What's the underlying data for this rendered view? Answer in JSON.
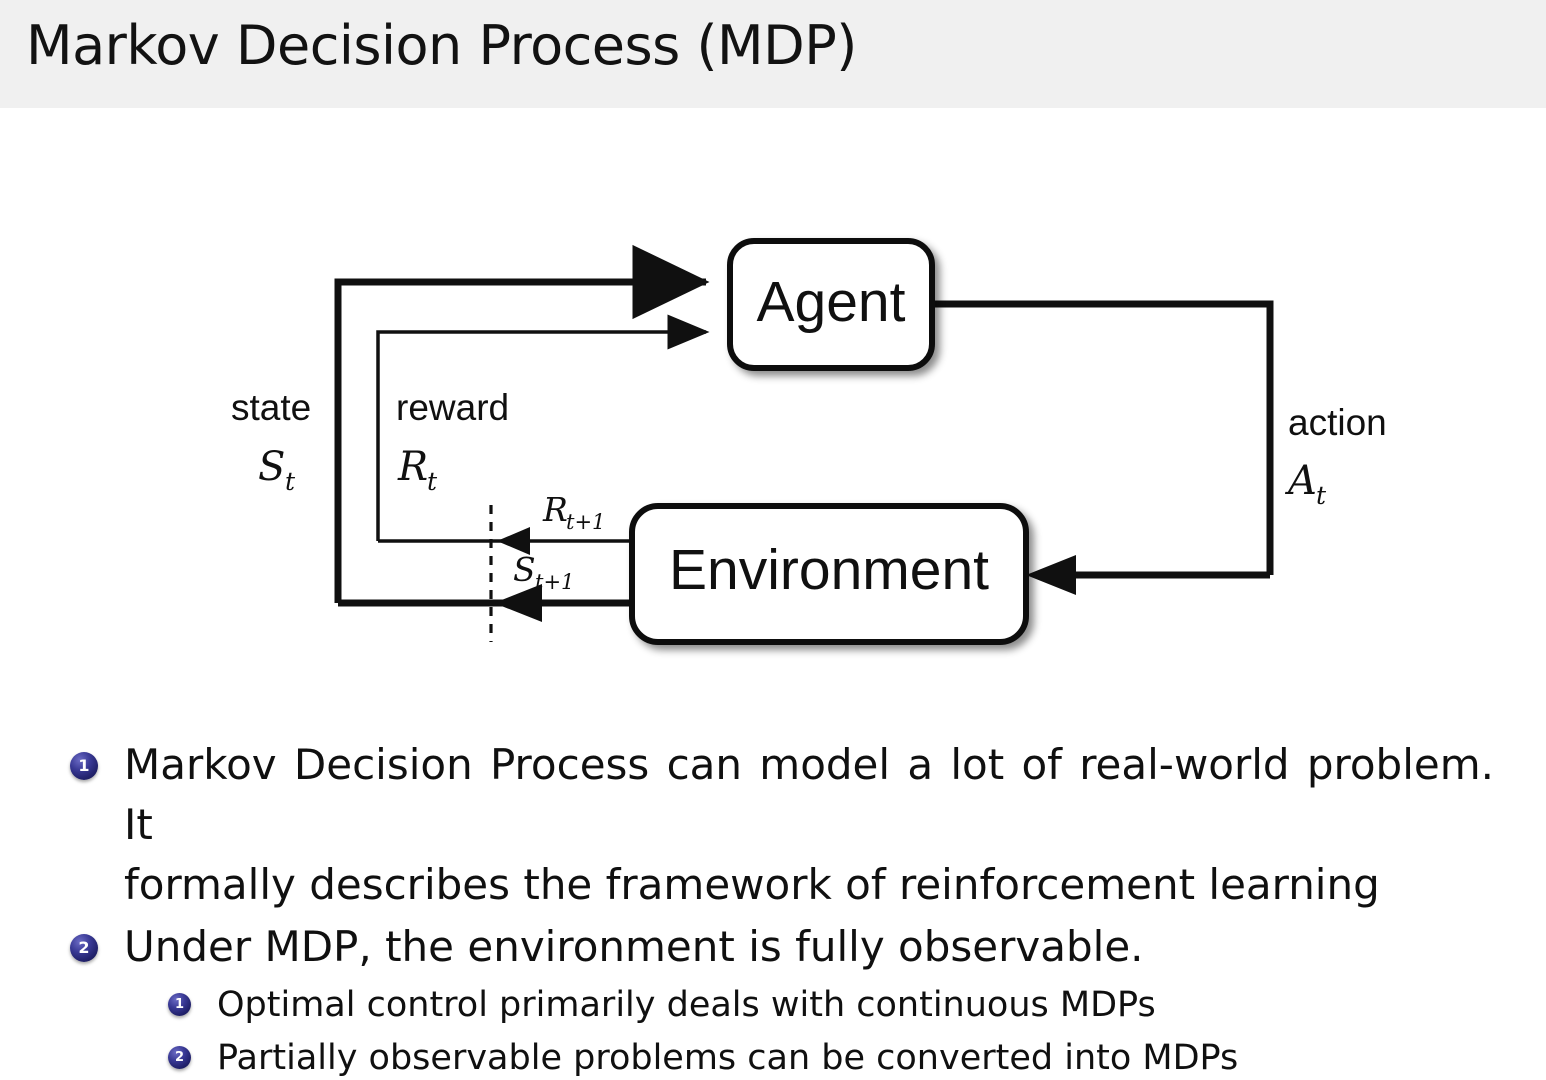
{
  "slide": {
    "title": "Markov Decision Process (MDP)",
    "header_bg": "#f0f0f0",
    "body_bg": "#ffffff",
    "text_color": "#101010",
    "bullet_color": "#23236e"
  },
  "diagram": {
    "name": "agent-environment-interaction-loop",
    "boxes": {
      "agent": "Agent",
      "environment": "Environment"
    },
    "labels": {
      "state_word": "state",
      "state_sym": "S",
      "state_sub": "t",
      "reward_word": "reward",
      "reward_sym": "R",
      "reward_sub": "t",
      "action_word": "action",
      "action_sym": "A",
      "action_sub": "t",
      "reward_next_sym": "R",
      "reward_next_sub": "t+1",
      "state_next_sym": "S",
      "state_next_sub": "t+1"
    }
  },
  "bullets": [
    {
      "level": 1,
      "num": "1",
      "text": "Markov Decision Process can model a lot of real-world problem. It formally describes the framework of reinforcement learning",
      "line1": "Markov Decision Process can model a lot of real-world problem. It",
      "line2": "formally describes the framework of reinforcement learning"
    },
    {
      "level": 1,
      "num": "2",
      "text": "Under MDP, the environment is fully observable.",
      "line1": "Under MDP, the environment is fully observable.",
      "line2": ""
    },
    {
      "level": 2,
      "num": "1",
      "text": "Optimal control primarily deals with continuous MDPs"
    },
    {
      "level": 2,
      "num": "2",
      "text": "Partially observable problems can be converted into MDPs"
    }
  ]
}
